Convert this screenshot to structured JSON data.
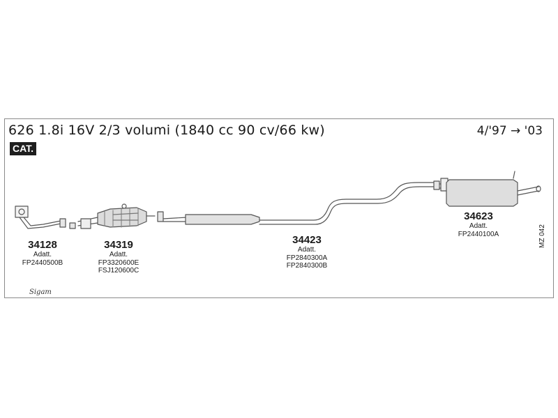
{
  "header": {
    "title": "626 1.8i 16V 2/3 volumi (1840 cc 90 cv/66 kw)",
    "years": "4/'97 → '03",
    "badge": "CAT."
  },
  "parts": [
    {
      "number": "34128",
      "note": "Adatt.",
      "codes": [
        "FP2440500B"
      ]
    },
    {
      "number": "34319",
      "note": "Adatt.",
      "codes": [
        "FP3320600E",
        "FSJ120600C"
      ]
    },
    {
      "number": "34423",
      "note": "Adatt.",
      "codes": [
        "FP2840300A",
        "FP2840300B"
      ]
    },
    {
      "number": "34623",
      "note": "Adatt.",
      "codes": [
        "FP2440100A"
      ]
    }
  ],
  "diagram_code": "MZ 042",
  "brand": "Sigam"
}
